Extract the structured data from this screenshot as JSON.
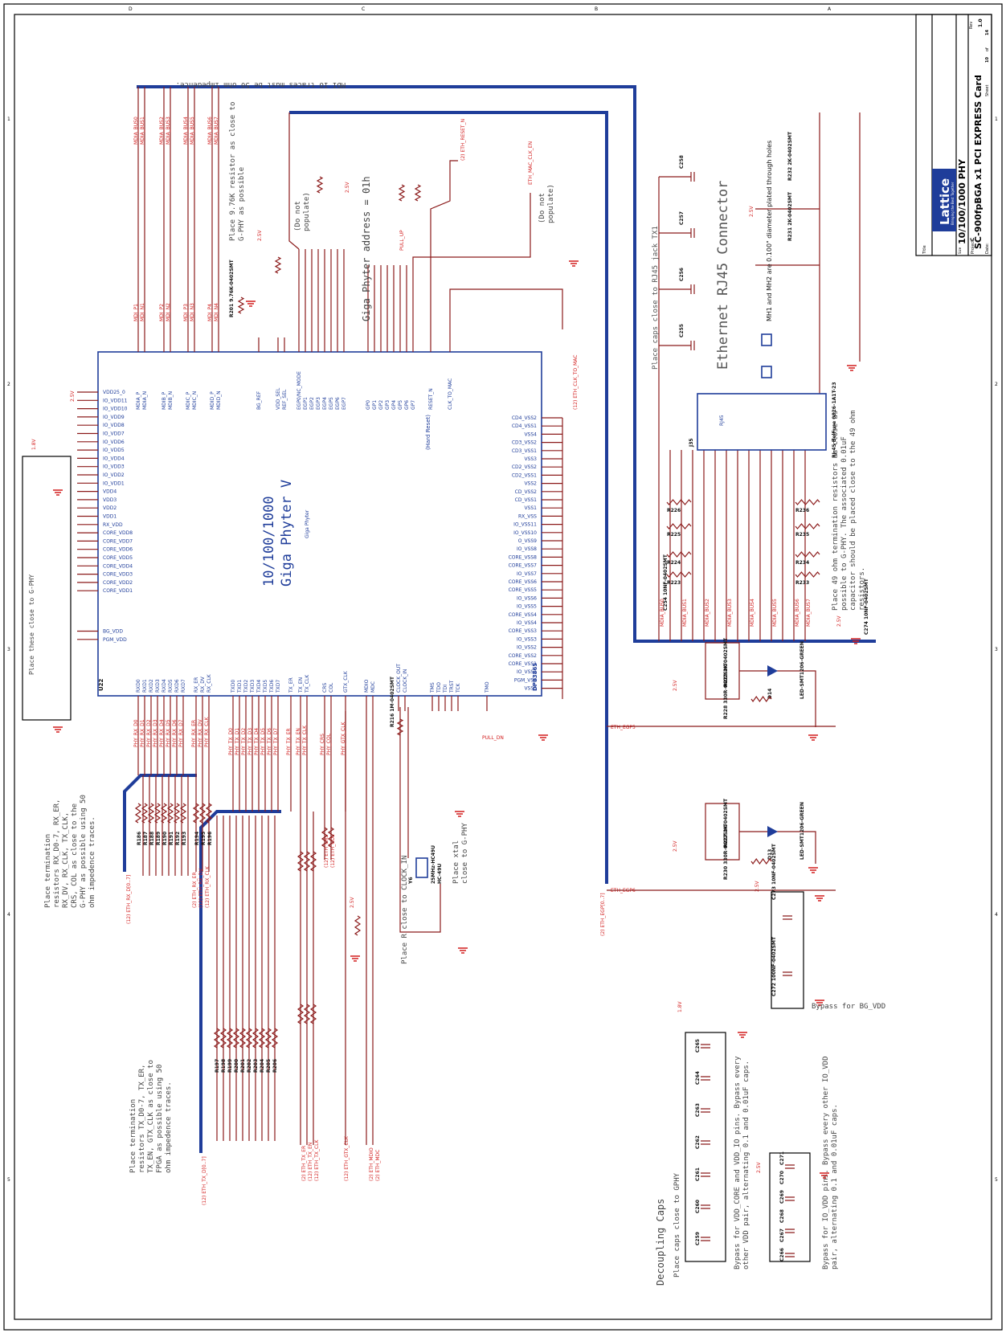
{
  "title_block": {
    "company": "Lattice",
    "company_tagline": "Bringing the Best Together",
    "title": "10/100/1000 PHY",
    "project_label": "Project",
    "project": "SC-900fpBGA x1 PCI EXPRESS Card",
    "size_label": "Size",
    "size": "C",
    "rev_label": "Rev",
    "rev": "1.0",
    "sheet_label": "Sheet",
    "sheet": "10",
    "of_label": "of",
    "sheet_total": "14",
    "date_label": "Date:",
    "title_label": "Title"
  },
  "main_chip": {
    "refdes": "U22",
    "part": "DP83865",
    "title": "10/100/1000",
    "subtitle": "Giga Phyter V",
    "small_label": "Giga Phyter"
  },
  "connector": {
    "refdes": "J35",
    "label": "RJ45",
    "part": "RJ-45 BelFuse 0826-1A1T-23",
    "title": "Ethernet RJ45 Connector",
    "mh_note": "MH1 and MH2 are 0.100\" diameter plated through holes",
    "caps_note": "Place caps close to RJ45 jack TX1"
  },
  "notes": {
    "mdi_traces": "MDI IO traces must be 50 ohm impedence.",
    "phy_addr": "Giga Phyter address = 01h",
    "r976": "Place 9.76K resistor as close to G-PHY as possible",
    "do_not_populate_1": "(Do not populate)",
    "do_not_populate_2": "(Do not populate)",
    "close_gphy": "Place these close to G-PHY",
    "rx_term": "Place termination resistors RX_D0-7, RX_ER, RX_DV, RX_CLK, TX_CLK, CRS, COL as close to the G-PHY as possible using 50 ohm impedence traces.",
    "tx_term": "Place termination resistors TX_D0-7, TX_ER, TX_EN, GTX_CLK as close to FPGA as possible using 50 ohm impedence traces.",
    "clock_in": "Place R close to CLOCK_IN",
    "xtal": "Place xtal close to G-PHY",
    "term49": "Place 49 ohm termination resistors as close as possible to G-PHY. The associated 0.01uF capacitor should be placed close to the 49 ohm resistors.",
    "bg_vdd": "Bypass for BG_VDD",
    "decoupling_title": "Decoupling Caps",
    "decoupling_sub": "Place caps close to GPHY",
    "bypass_core": "Bypass for VDD_CORE and VDD_IO pins. Bypass every other VDD pair, alternating 0.1 and 0.01uF caps.",
    "bypass_io": "Bypass for IO_VDD pins. Bypass every other IO_VDD pair, alternating 0.1 and 0.01uF caps.",
    "hard_reset": "(Hard Reset)"
  },
  "leds": [
    {
      "refdes": "D14",
      "part": "LED-SMT1206-GREEN",
      "net": "ETH_EGP5"
    },
    {
      "refdes": "D13",
      "part": "LED-SMT1206-GREEN",
      "net": "ETH_EGP6"
    }
  ],
  "crystal": {
    "refdes": "Y6",
    "part": "25MHz-HC49U",
    "pkg": "HC-49U"
  },
  "left_pins": [
    "VDD25_0",
    "IO_VDD11",
    "IO_VDD10",
    "IO_VDD9",
    "IO_VDD8",
    "IO_VDD7",
    "IO_VDD6",
    "IO_VDD5",
    "IO_VDD4",
    "IO_VDD3",
    "IO_VDD2",
    "IO_VDD1",
    "VDD4",
    "VDD3",
    "VDD2",
    "VDD1",
    "RX_VDD",
    "CORE_VDD8",
    "CORE_VDD7",
    "CORE_VDD6",
    "CORE_VDD5",
    "CORE_VDD4",
    "CORE_VDD3",
    "CORE_VDD2",
    "CORE_VDD1",
    "BG_VDD",
    "PGM_VDD"
  ],
  "right_pins": [
    "CD4_VSS2",
    "CD4_VSS1",
    "VSS4",
    "CD3_VSS2",
    "CD3_VSS1",
    "VSS3",
    "CD2_VSS2",
    "CD2_VSS1",
    "VSS2",
    "CD_VSS2",
    "CD_VSS1",
    "VSS1",
    "RX_VSS",
    "IO_VSS11",
    "IO_VSS10",
    "O_VSS9",
    "IO_VSS8",
    "CORE_VSS8",
    "CORE_VSS7",
    "IO_VSS7",
    "CORE_VSS6",
    "CORE_VSS5",
    "IO_VSS6",
    "IO_VSS5",
    "CORE_VSS4",
    "IO_VSS4",
    "CORE_VSS3",
    "IO_VSS3",
    "IO_VSS2",
    "CORE_VSS2",
    "CORE_VSS1",
    "IO_VSS1",
    "PGM_VSS",
    "VSS0"
  ],
  "top_pins": [
    "MDIA_P",
    "MDIA_N",
    "MDIB_P",
    "MDIB_N",
    "MDIC_P",
    "MDIC_N",
    "MDID_P",
    "MDID_N",
    "BG_REF",
    "VDD_SEL",
    "REF_SEL",
    "EGP0/NC_MODE",
    "EGP1",
    "EGP2",
    "EGP3",
    "EGP4",
    "EGP5",
    "EGP6",
    "EGP7",
    "GP0",
    "GP1",
    "GP2",
    "GP3",
    "GP4",
    "GP5",
    "GP6",
    "GP7",
    "RESET_N",
    "CLK_TO_MAC"
  ],
  "bottom_pins": [
    "RXD0",
    "RXD1",
    "RXD2",
    "RXD3",
    "RXD4",
    "RXD5",
    "RXD6",
    "RXD7",
    "RX_ER",
    "RX_DV",
    "RX_CLK",
    "TXD0",
    "TXD1",
    "TXD2",
    "TXD3",
    "TXD4",
    "TXD5",
    "TXD6",
    "TXD7",
    "TX_ER",
    "TX_EN",
    "TX_CLK",
    "CRS",
    "COL",
    "GTX_CLK",
    "MDIO",
    "MDC",
    "CLOCK_OUT",
    "CLOCK_IN",
    "TMS",
    "TDO",
    "TDI",
    "TRST",
    "TCK",
    "TMO"
  ],
  "rx_nets": [
    "PHY_RX_D0",
    "PHY_RX_D1",
    "PHY_RX_D2",
    "PHY_RX_D3",
    "PHY_RX_D4",
    "PHY_RX_D5",
    "PHY_RX_D6",
    "PHY_RX_D7",
    "PHY_RX_ER",
    "PHY_RX_DV",
    "PHY_RX_CLK"
  ],
  "tx_nets": [
    "PHY_TX_D0",
    "PHY_TX_D1",
    "PHY_TX_D2",
    "PHY_TX_D3",
    "PHY_TX_D4",
    "PHY_TX_D5",
    "PHY_TX_D6",
    "PHY_TX_D7",
    "PHY_TX_ER",
    "PHY_TX_EN",
    "PHY_TX_CLK",
    "PHY_CRS",
    "PHY_COL",
    "PHY_GTX_CLK"
  ],
  "mdi_nets": [
    "MDI_P1",
    "MDI_N1",
    "MDI_P2",
    "MDI_N2",
    "MDI_P3",
    "MDI_N3",
    "MDI_P4",
    "MDI_N4"
  ],
  "mdia_bus": [
    "MDIA_BUS0",
    "MDIA_BUS1",
    "MDIA_BUS2",
    "MDIA_BUS3",
    "MDIA_BUS4",
    "MDIA_BUS5",
    "MDIA_BUS6",
    "MDIA_BUS7"
  ],
  "bus_labels": {
    "rx": "(12)  ETH_RX_D[0..7]",
    "tx": "(12)  ETH_TX_D[0..7]",
    "egp": "(2)  ETH_EGP[0..7]",
    "clk_to_mac": "(12)  ETH_CLK_TO_MAC",
    "gtx": "(12)  ETH_GTX_CLK",
    "mdio": "(2)  ETH_MDIO",
    "mdc": "(2)  ETH_MDC",
    "crs": "(12)  ETH_CRS",
    "col": "(12)  ETH_COL",
    "tx_er": "(2)  ETH_TX_ER",
    "tx_en": "(12)  ETH_TX_EN",
    "tx_clk": "(12)  ETH_TX_CLK",
    "rx_er": "(2)  ETH_RX_ER",
    "rx_dv": "(12)  ETH_RX_DV",
    "rx_clk": "(12)  ETH_RX_CLK",
    "reset": "(2)  ETH_RESET_N",
    "mac_clk_en": "ETH_MAC_CLK_EN",
    "pull_dn": "PULL_DN",
    "pull_up": "PULL_UP"
  },
  "rails": {
    "v25": "2.5V",
    "v18": "1.8V"
  },
  "components": {
    "r_term": [
      "R186",
      "R187",
      "R188",
      "R189",
      "R190",
      "R191",
      "R192",
      "R193",
      "R194",
      "R195",
      "R196"
    ],
    "r_tx": [
      "R197",
      "R198",
      "R199",
      "R200",
      "R201",
      "R202",
      "R203",
      "R204",
      "R205",
      "R206"
    ],
    "r49": [
      "R236",
      "R235",
      "R234",
      "R233",
      "R226",
      "R225",
      "R224",
      "R223"
    ],
    "caps_bottom1": [
      "C259",
      "C260",
      "C261",
      "C262",
      "C263",
      "C264",
      "C265"
    ],
    "caps_bottom2": [
      "C266",
      "C267",
      "C268",
      "C269",
      "C270",
      "C271"
    ],
    "caps_rj45": [
      "C258",
      "C257",
      "C256",
      "C255"
    ],
    "misc": [
      "R201 9.76K-0402SMT",
      "R216 1M-0402SMT",
      "R232 2K-0402SMT",
      "R231 2K-0402SMT",
      "R229 2K-0402SMT",
      "R228 330R-0402SMT",
      "R227 2K-0402SMT",
      "R230 330R-0402SMT",
      "C254 10NF-0402SMT",
      "C274 10NF-0402SMT",
      "C272 100NF-0402SMT",
      "C273 10NF-0402SMT"
    ]
  },
  "border_letters": [
    "D",
    "C",
    "B",
    "A"
  ],
  "border_numbers": [
    "1",
    "2",
    "3",
    "4",
    "5"
  ]
}
